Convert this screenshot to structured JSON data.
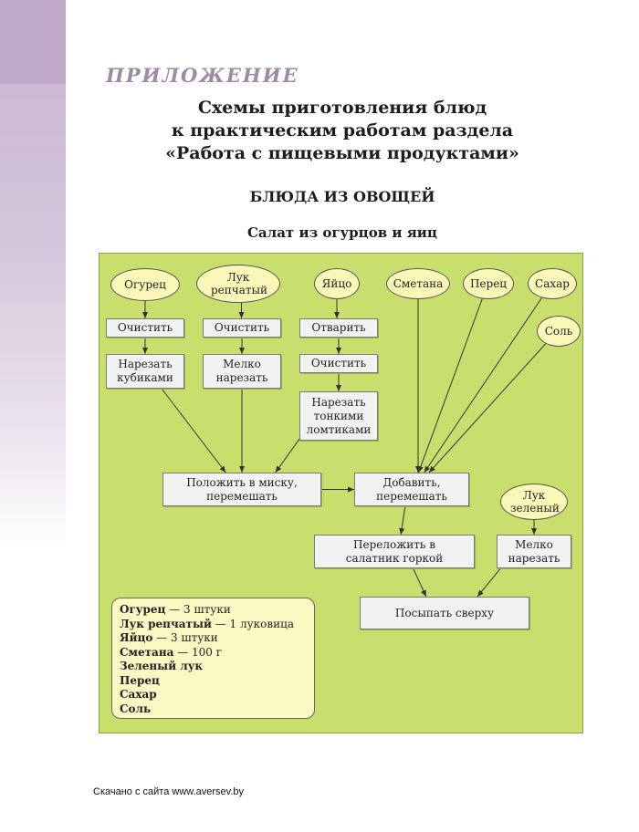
{
  "header": {
    "appendix": "ПРИЛОЖЕНИЕ",
    "title_lines": [
      "Схемы приготовления блюд",
      "к практическим работам раздела",
      "«Работа с пищевыми продуктами»"
    ],
    "section": "БЛЮДА ИЗ ОВОЩЕЙ",
    "subtitle": "Салат из огурцов и яиц"
  },
  "diagram": {
    "ingredients": {
      "cucumber": "Огурец",
      "onion": "Лук репчатый",
      "egg": "Яйцо",
      "sour_cream": "Сметана",
      "pepper": "Перец",
      "sugar": "Сахар",
      "salt": "Соль",
      "green_onion": "Лук зеленый"
    },
    "steps": {
      "cucumber_clean": "Очистить",
      "cucumber_cut": "Нарезать кубиками",
      "onion_clean": "Очистить",
      "onion_cut": "Мелко нарезать",
      "egg_boil": "Отварить",
      "egg_clean": "Очистить",
      "egg_cut": "Нарезать тонкими ломтиками",
      "bowl_mix": "Положить в миску, перемешать",
      "add_mix": "Добавить, перемешать",
      "transfer": "Переложить в салатник горкой",
      "green_cut": "Мелко нарезать",
      "sprinkle": "Посыпать сверху"
    },
    "edges": [
      [
        "cucumber",
        "cucumber_clean"
      ],
      [
        "cucumber_clean",
        "cucumber_cut"
      ],
      [
        "cucumber_cut",
        "bowl_mix"
      ],
      [
        "onion",
        "onion_clean"
      ],
      [
        "onion_clean",
        "onion_cut"
      ],
      [
        "onion_cut",
        "bowl_mix"
      ],
      [
        "egg",
        "egg_boil"
      ],
      [
        "egg_boil",
        "egg_clean"
      ],
      [
        "egg_clean",
        "egg_cut"
      ],
      [
        "egg_cut",
        "bowl_mix"
      ],
      [
        "bowl_mix",
        "add_mix"
      ],
      [
        "sour_cream",
        "add_mix"
      ],
      [
        "pepper",
        "add_mix"
      ],
      [
        "sugar",
        "add_mix"
      ],
      [
        "salt",
        "add_mix"
      ],
      [
        "add_mix",
        "transfer"
      ],
      [
        "transfer",
        "sprinkle"
      ],
      [
        "green_onion",
        "green_cut"
      ],
      [
        "green_cut",
        "sprinkle"
      ]
    ]
  },
  "recipe": [
    {
      "name": "Огурец",
      "amount": " — 3 штуки"
    },
    {
      "name": "Лук репчатый",
      "amount": " — 1 луковица"
    },
    {
      "name": "Яйцо",
      "amount": " — 3 штуки"
    },
    {
      "name": "Сметана",
      "amount": " — 100 г"
    },
    {
      "name": "Зеленый лук",
      "amount": ""
    },
    {
      "name": "Перец",
      "amount": ""
    },
    {
      "name": "Сахар",
      "amount": ""
    },
    {
      "name": "Соль",
      "amount": ""
    }
  ],
  "footer": "Скачано с сайта www.aversev.by",
  "colors": {
    "accent": "#9f8aa6",
    "panel": "#c8df6e",
    "oval": "#fbf7b8",
    "box": "#f2f2f2"
  }
}
